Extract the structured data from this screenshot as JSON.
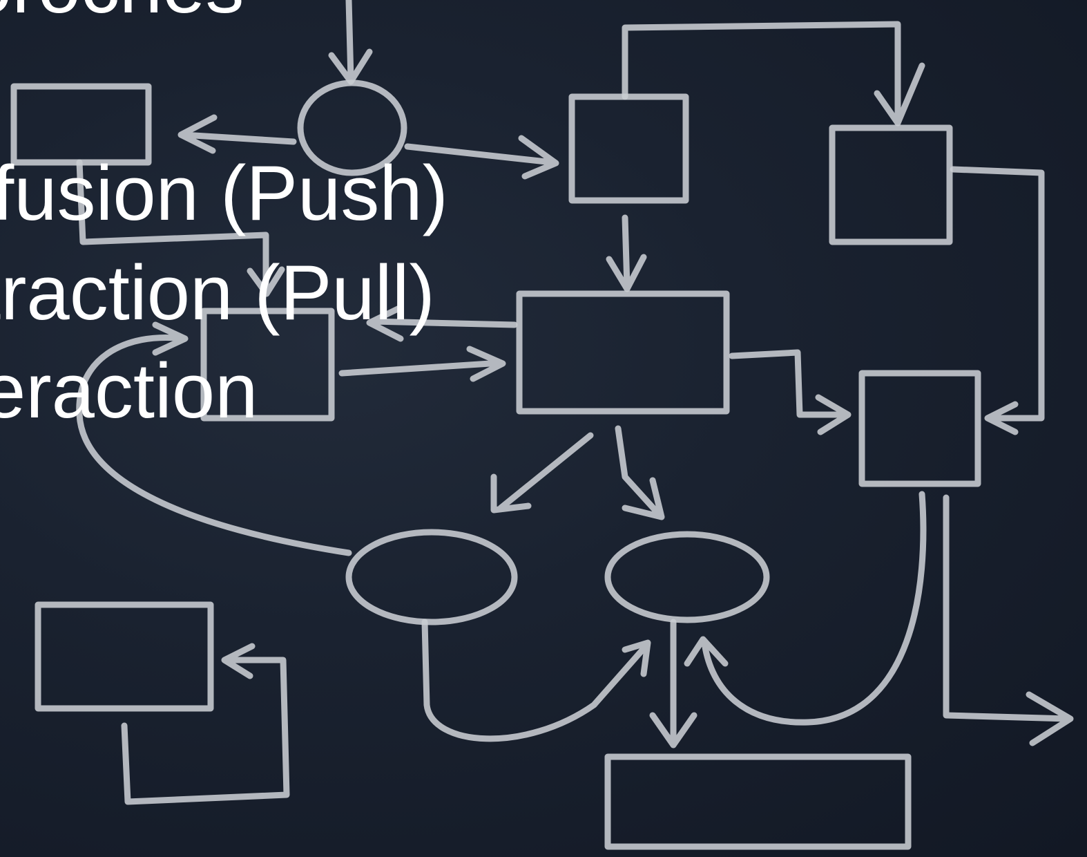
{
  "slide": {
    "lines": [
      "oroches",
      "ffusion (Push)",
      "traction (Pull)",
      "eraction"
    ]
  },
  "colors": {
    "background": "#161c28",
    "chalk": "#c9cdd3",
    "text": "#ffffff"
  }
}
